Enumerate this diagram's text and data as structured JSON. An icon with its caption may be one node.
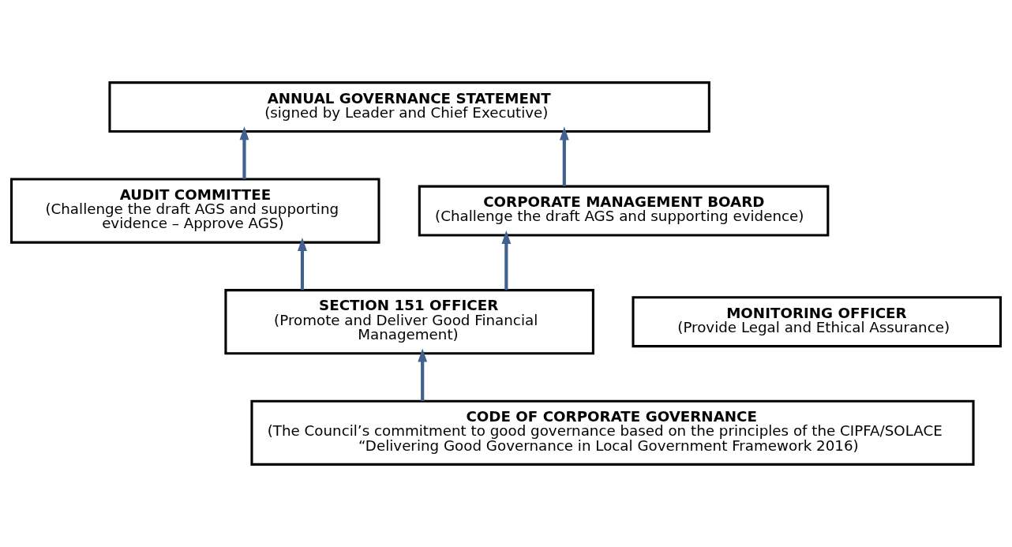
{
  "diagram": {
    "nodes": [
      {
        "text": [
          "ANNUAL GOVERNANCE STATEMENT",
          "(signed by Leader and Chief Executive)"
        ]
      },
      {
        "text": [
          "AUDIT COMMITTEE",
          "(Challenge the draft AGS and supporting evidence – Approve AGS)"
        ]
      },
      {
        "text": [
          "CORPORATE MANAGEMENT BOARD",
          "(Challenge the draft AGS and supporting evidence)"
        ]
      },
      {
        "text": [
          "SECTION 151 OFFICER",
          "(Promote and Deliver Good Financial Management)"
        ]
      },
      {
        "text": [
          "MONITORING OFFICER",
          "(Provide Legal and Ethical Assurance)"
        ]
      },
      {
        "text": [
          "CODE OF CORPORATE GOVERNANCE",
          "(The Council’s commitment to good governance based on the principles of the CIPFA/SOLACE  “Delivering Good Governance in Local Government Framework 2016)"
        ]
      }
    ],
    "edges": [
      {
        "from": 1,
        "to": 0,
        "arrow": "to"
      },
      {
        "from": 2,
        "to": 0,
        "arrow": "to"
      },
      {
        "from": 3,
        "to": 1,
        "arrow": "to"
      },
      {
        "from": 3,
        "to": 2,
        "arrow": "to"
      },
      {
        "from": 5,
        "to": 3,
        "arrow": "to"
      }
    ]
  }
}
